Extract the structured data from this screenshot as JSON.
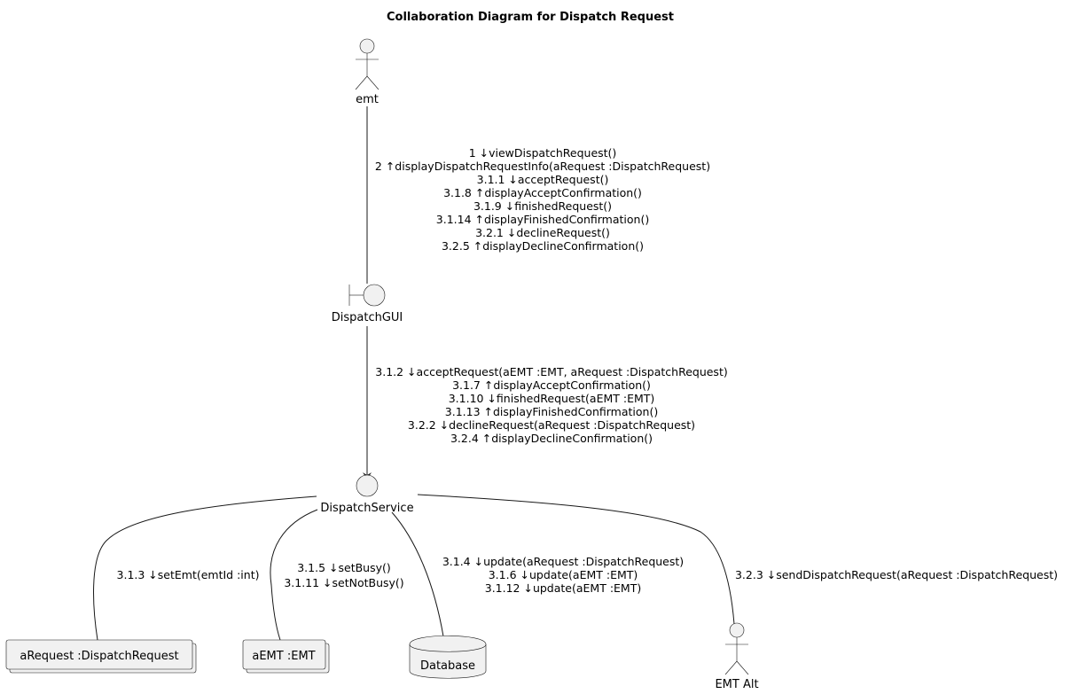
{
  "title": "Collaboration Diagram for Dispatch Request",
  "participants": {
    "emt": {
      "label": "emt",
      "kind": "actor"
    },
    "dispatch_gui": {
      "label": "DispatchGUI",
      "kind": "boundary"
    },
    "dispatch_service": {
      "label": "DispatchService",
      "kind": "control"
    },
    "a_request": {
      "label": "aRequest :DispatchRequest",
      "kind": "collections"
    },
    "a_emt": {
      "label": "aEMT :EMT",
      "kind": "collections"
    },
    "database": {
      "label": "Database",
      "kind": "database"
    },
    "emt_alt": {
      "label": "EMT Alt",
      "kind": "actor"
    }
  },
  "links": {
    "emt_gui": {
      "messages": [
        "1 ↓viewDispatchRequest()",
        "2 ↑displayDispatchRequestInfo(aRequest :DispatchRequest)",
        "3.1.1 ↓acceptRequest()",
        "3.1.8 ↑displayAcceptConfirmation()",
        "3.1.9 ↓finishedRequest()",
        "3.1.14 ↑displayFinishedConfirmation()",
        "3.2.1 ↓declineRequest()",
        "3.2.5 ↑displayDeclineConfirmation()"
      ]
    },
    "gui_service": {
      "messages": [
        "3.1.2 ↓acceptRequest(aEMT :EMT, aRequest :DispatchRequest)",
        "3.1.7 ↑displayAcceptConfirmation()",
        "3.1.10 ↓finishedRequest(aEMT :EMT)",
        "3.1.13 ↑displayFinishedConfirmation()",
        "3.2.2 ↓declineRequest(aRequest :DispatchRequest)",
        "3.2.4 ↑displayDeclineConfirmation()"
      ]
    },
    "service_request": {
      "messages": [
        "3.1.3 ↓setEmt(emtId :int)"
      ]
    },
    "service_emt": {
      "messages": [
        "3.1.5 ↓setBusy()",
        "3.1.11 ↓setNotBusy()"
      ]
    },
    "service_database": {
      "messages": [
        "3.1.4 ↓update(aRequest :DispatchRequest)",
        "3.1.6 ↓update(aEMT :EMT)",
        "3.1.12 ↓update(aEMT :EMT)"
      ]
    },
    "service_emtalt": {
      "messages": [
        "3.2.3 ↓sendDispatchRequest(aRequest :DispatchRequest)"
      ]
    }
  }
}
